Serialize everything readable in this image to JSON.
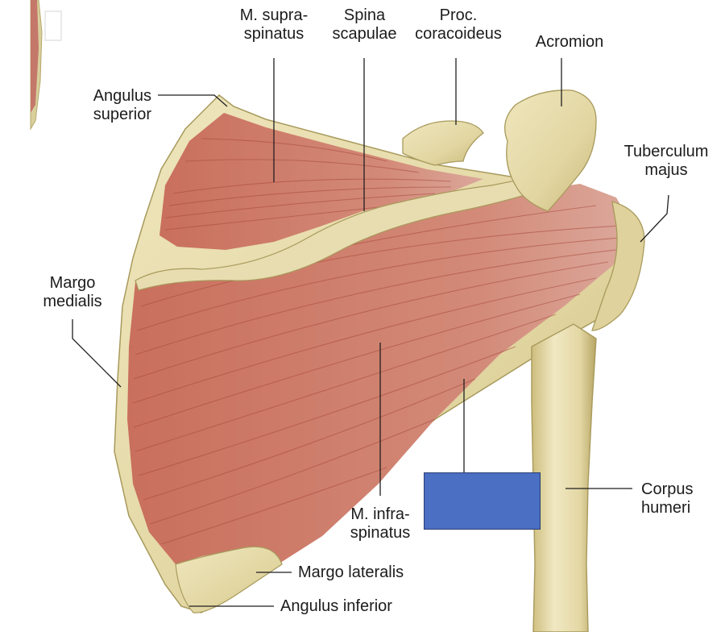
{
  "labels": {
    "supraspinatus": [
      "M. supra-",
      "spinatus"
    ],
    "spina": [
      "Spina",
      "scapulae"
    ],
    "coracoid": [
      "Proc.",
      "coracoideus"
    ],
    "acromion": [
      "Acromion"
    ],
    "angulus_superior": [
      "Angulus",
      "superior"
    ],
    "tuberculum": [
      "Tuberculum",
      "majus"
    ],
    "margo_medialis": [
      "Margo",
      "medialis"
    ],
    "corpus_humeri": [
      "Corpus",
      "humeri"
    ],
    "infraspinatus": [
      "M. infra-",
      "spinatus"
    ],
    "margo_lateralis": [
      "Margo lateralis"
    ],
    "angulus_inferior": [
      "Angulus inferior"
    ]
  },
  "answer_box_color": "#4a6fc3",
  "colors": {
    "bone": "#e6dcae",
    "bone_edge": "#a89a5c",
    "muscle": "#cd7a68",
    "fiber": "#a84a3c",
    "leader": "#1f1f1f"
  }
}
